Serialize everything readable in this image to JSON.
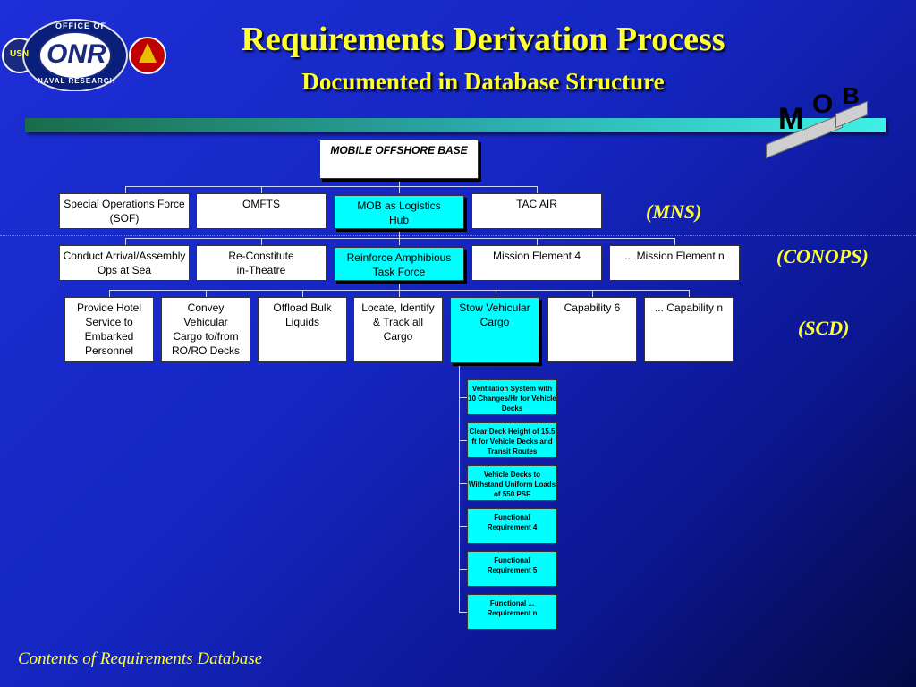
{
  "header": {
    "title": "Requirements Derivation Process",
    "subtitle": "Documented in Database Structure"
  },
  "logo": {
    "ring_top": "OFFICE OF",
    "ring_bottom": "NAVAL RESEARCH",
    "center": "ONR",
    "left_badge": "USN"
  },
  "mob_logo": {
    "letters": [
      "M",
      "O",
      "B"
    ]
  },
  "levels": {
    "mns": "(MNS)",
    "conops": "(CONOPS)",
    "scd": "(SCD)"
  },
  "root": "MOBILE OFFSHORE BASE",
  "level1": [
    "Special Operations Force (SOF)",
    "OMFTS",
    "MOB as Logistics Hub",
    "TAC AIR"
  ],
  "level2": [
    "Conduct Arrival/Assembly Ops at Sea",
    "Re-Constitute in-Theatre",
    "Reinforce Amphibious Task Force",
    "Mission Element 4",
    "... Mission Element n"
  ],
  "level3": [
    "Provide Hotel Service to Embarked Personnel",
    "Convey Vehicular Cargo to/from RO/RO Decks",
    "Offload Bulk Liquids",
    "Locate, Identify & Track all Cargo",
    "Stow Vehicular Cargo",
    "Capability 6",
    "... Capability n"
  ],
  "requirements": [
    "Ventilation System with 10 Changes/Hr for Vehicle Decks",
    "Clear Deck Height of 15.5 ft for Vehicle Decks and Transit Routes",
    "Vehicle Decks to Withstand Uniform Loads of 550 PSF",
    "Functional Requirement 4",
    "Functional Requirement 5",
    "Functional ... Requirement n"
  ],
  "footer": "Contents of Requirements Database",
  "colors": {
    "title": "#ffff33",
    "highlight": "#00ffff",
    "background": "#1526c0"
  }
}
